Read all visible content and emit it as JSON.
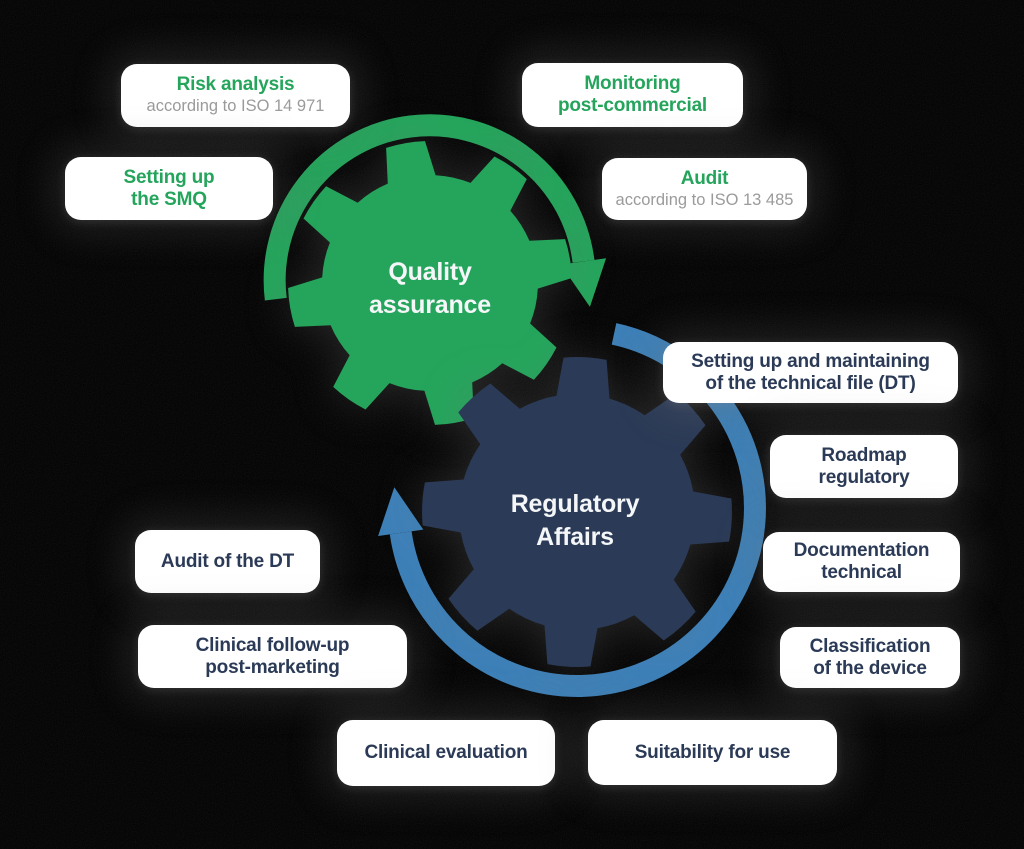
{
  "colors": {
    "green": "#25a55c",
    "navy": "#2b3a56",
    "blue": "#3d80b8",
    "gray": "#9b9b9b",
    "box_bg": "#ffffff",
    "bg": "#000000",
    "gear_text": "#f4f6f8"
  },
  "gears": {
    "quality_assurance": {
      "line1": "Quality",
      "line2": "assurance"
    },
    "regulatory_affairs": {
      "line1": "Regulatory",
      "line2": "Affairs"
    }
  },
  "boxes": {
    "risk_analysis": {
      "title": "Risk analysis",
      "subtitle": "according to ISO 14 971"
    },
    "setting_up_smq": {
      "line1": "Setting up",
      "line2": "the SMQ"
    },
    "monitoring": {
      "line1": "Monitoring",
      "line2": "post-commercial"
    },
    "audit": {
      "title": "Audit",
      "subtitle": "according to ISO 13 485"
    },
    "setting_up_dt": {
      "line1": "Setting up and maintaining",
      "line2": "of the technical file (DT)"
    },
    "roadmap": {
      "line1": "Roadmap",
      "line2": "regulatory"
    },
    "documentation": {
      "line1": "Documentation",
      "line2": "technical"
    },
    "classification": {
      "line1": "Classification",
      "line2": "of the device"
    },
    "audit_dt": {
      "title": "Audit of the DT"
    },
    "clinical_followup": {
      "line1": "Clinical follow-up",
      "line2": "post-marketing"
    },
    "clinical_evaluation": {
      "title": "Clinical evaluation"
    },
    "suitability": {
      "title": "Suitability for use"
    }
  }
}
